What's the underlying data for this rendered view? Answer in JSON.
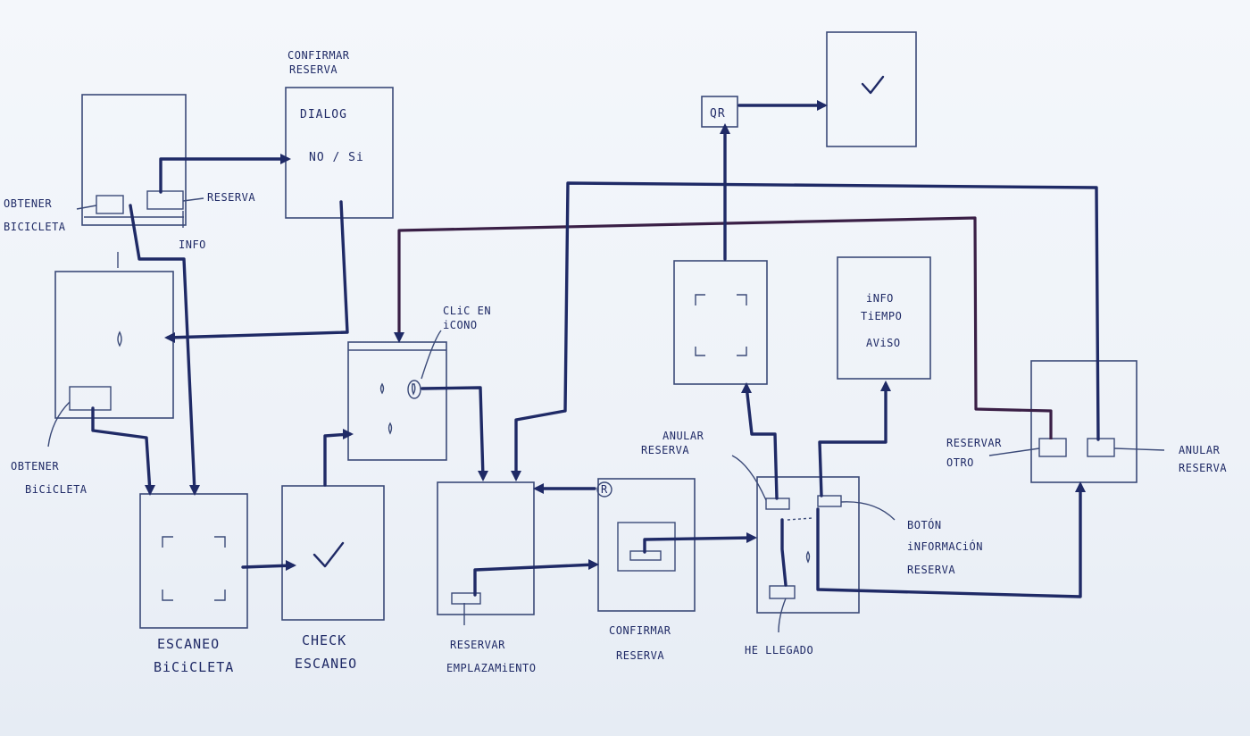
{
  "labels": {
    "confirmar_reserva_top_1": "CONFIRMAR",
    "confirmar_reserva_top_2": "RESERVA",
    "dialog": "DIALOG",
    "no_si": "NO / Si",
    "obtener_bicicleta_top_1": "OBTENER",
    "obtener_bicicleta_top_2": "BICICLETA",
    "reserva": "RESERVA",
    "info": "INFO",
    "obtener_bicicleta_left_1": "OBTENER",
    "obtener_bicicleta_left_2": "BiCiCLETA",
    "clic_en_icono_1": "CLiC EN",
    "clic_en_icono_2": "iCONO",
    "escaneo_bicicleta_1": "ESCANEO",
    "escaneo_bicicleta_2": "BiCiCLETA",
    "check_escaneo_1": "CHECK",
    "check_escaneo_2": "ESCANEO",
    "reservar_emplazamiento_1": "RESERVAR",
    "reservar_emplazamiento_2": "EMPLAZAMiENTO",
    "confirmar_reserva_bottom_1": "CONFIRMAR",
    "confirmar_reserva_bottom_2": "RESERVA",
    "anular_reserva_mid_1": "ANULAR",
    "anular_reserva_mid_2": "RESERVA",
    "he_llegado": "HE LLEGADO",
    "boton_info_1": "BOTÓN",
    "boton_info_2": "iNFORMACiÓN",
    "boton_info_3": "RESERVA",
    "qr": "QR",
    "info_tiempo_1": "iNFO",
    "info_tiempo_2": "TiEMPO",
    "aviso": "AViSO",
    "reservar_otro_1": "RESERVAR",
    "reservar_otro_2": "OTRO",
    "anular_reserva_right_1": "ANULAR",
    "anular_reserva_right_2": "RESERVA",
    "r_badge": "R"
  },
  "colors": {
    "ink": "#1f2a66",
    "ink_dark_red": "#3a1f46",
    "paper": "#eef2f7"
  }
}
